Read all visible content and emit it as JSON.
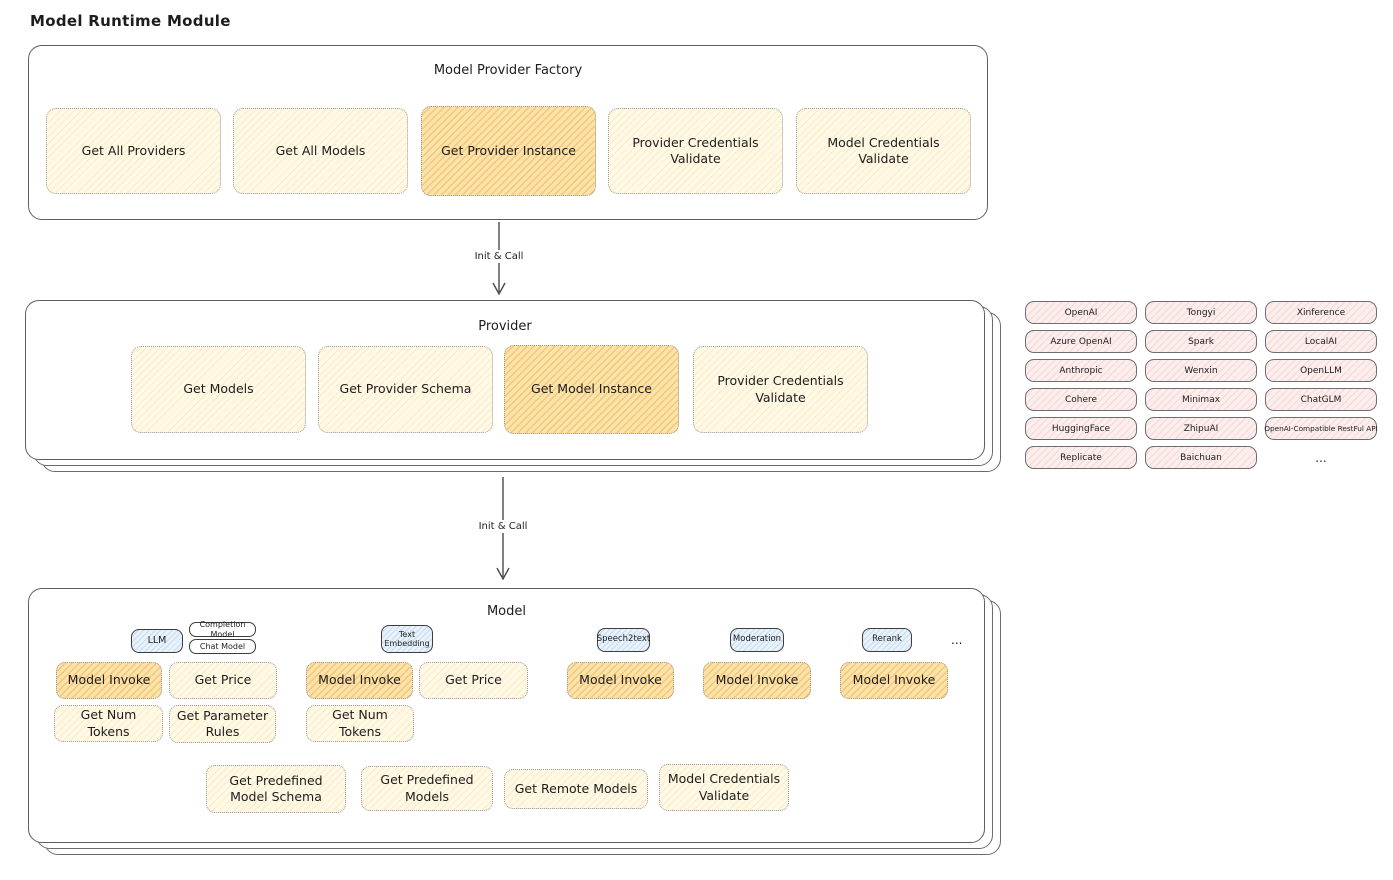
{
  "page": {
    "title": "Model Runtime Module"
  },
  "arrows": {
    "label1": "Init & Call",
    "label2": "Init & Call"
  },
  "factory": {
    "title": "Model Provider Factory",
    "buttons": [
      {
        "label": "Get All Providers",
        "highlighted": false
      },
      {
        "label": "Get All Models",
        "highlighted": false
      },
      {
        "label": "Get Provider Instance",
        "highlighted": true
      },
      {
        "label": "Provider Credentials Validate",
        "highlighted": false
      },
      {
        "label": "Model Credentials Validate",
        "highlighted": false
      }
    ]
  },
  "provider": {
    "title": "Provider",
    "buttons": [
      {
        "label": "Get Models",
        "highlighted": false
      },
      {
        "label": "Get Provider Schema",
        "highlighted": false
      },
      {
        "label": "Get Model Instance",
        "highlighted": true
      },
      {
        "label": "Provider Credentials Validate",
        "highlighted": false
      }
    ]
  },
  "providers_list": {
    "items": [
      "OpenAI",
      "Tongyi",
      "Xinference",
      "Azure OpenAI",
      "Spark",
      "LocalAI",
      "Anthropic",
      "Wenxin",
      "OpenLLM",
      "Cohere",
      "Minimax",
      "ChatGLM",
      "HuggingFace",
      "ZhipuAI",
      "OpenAI-Compatible RestFul API",
      "Replicate",
      "Baichuan"
    ],
    "ellipsis": "..."
  },
  "model": {
    "title": "Model",
    "tags": [
      "LLM",
      "Completion Model",
      "Chat Model",
      "Text Embedding",
      "Speech2text",
      "Moderation",
      "Rerank"
    ],
    "tags_ellipsis": "...",
    "buttons": {
      "llm_invoke": "Model Invoke",
      "llm_get_price": "Get Price",
      "llm_get_num_tokens": "Get Num Tokens",
      "llm_get_parameter_rules": "Get Parameter Rules",
      "embed_invoke": "Model Invoke",
      "embed_get_price": "Get Price",
      "embed_get_num_tokens": "Get Num Tokens",
      "speech_invoke": "Model Invoke",
      "moderation_invoke": "Model Invoke",
      "rerank_invoke": "Model Invoke"
    },
    "bottom_buttons": [
      "Get Predefined Model Schema",
      "Get Predefined Models",
      "Get Remote Models",
      "Model Credentials Validate"
    ]
  },
  "colors": {
    "node_cream": "#fff9e6",
    "node_highlight": "#fbe3ab",
    "chip_pink": "#fdeeee",
    "tag_blue": "#e8f2fb",
    "border_gray": "#5f5f5f"
  }
}
